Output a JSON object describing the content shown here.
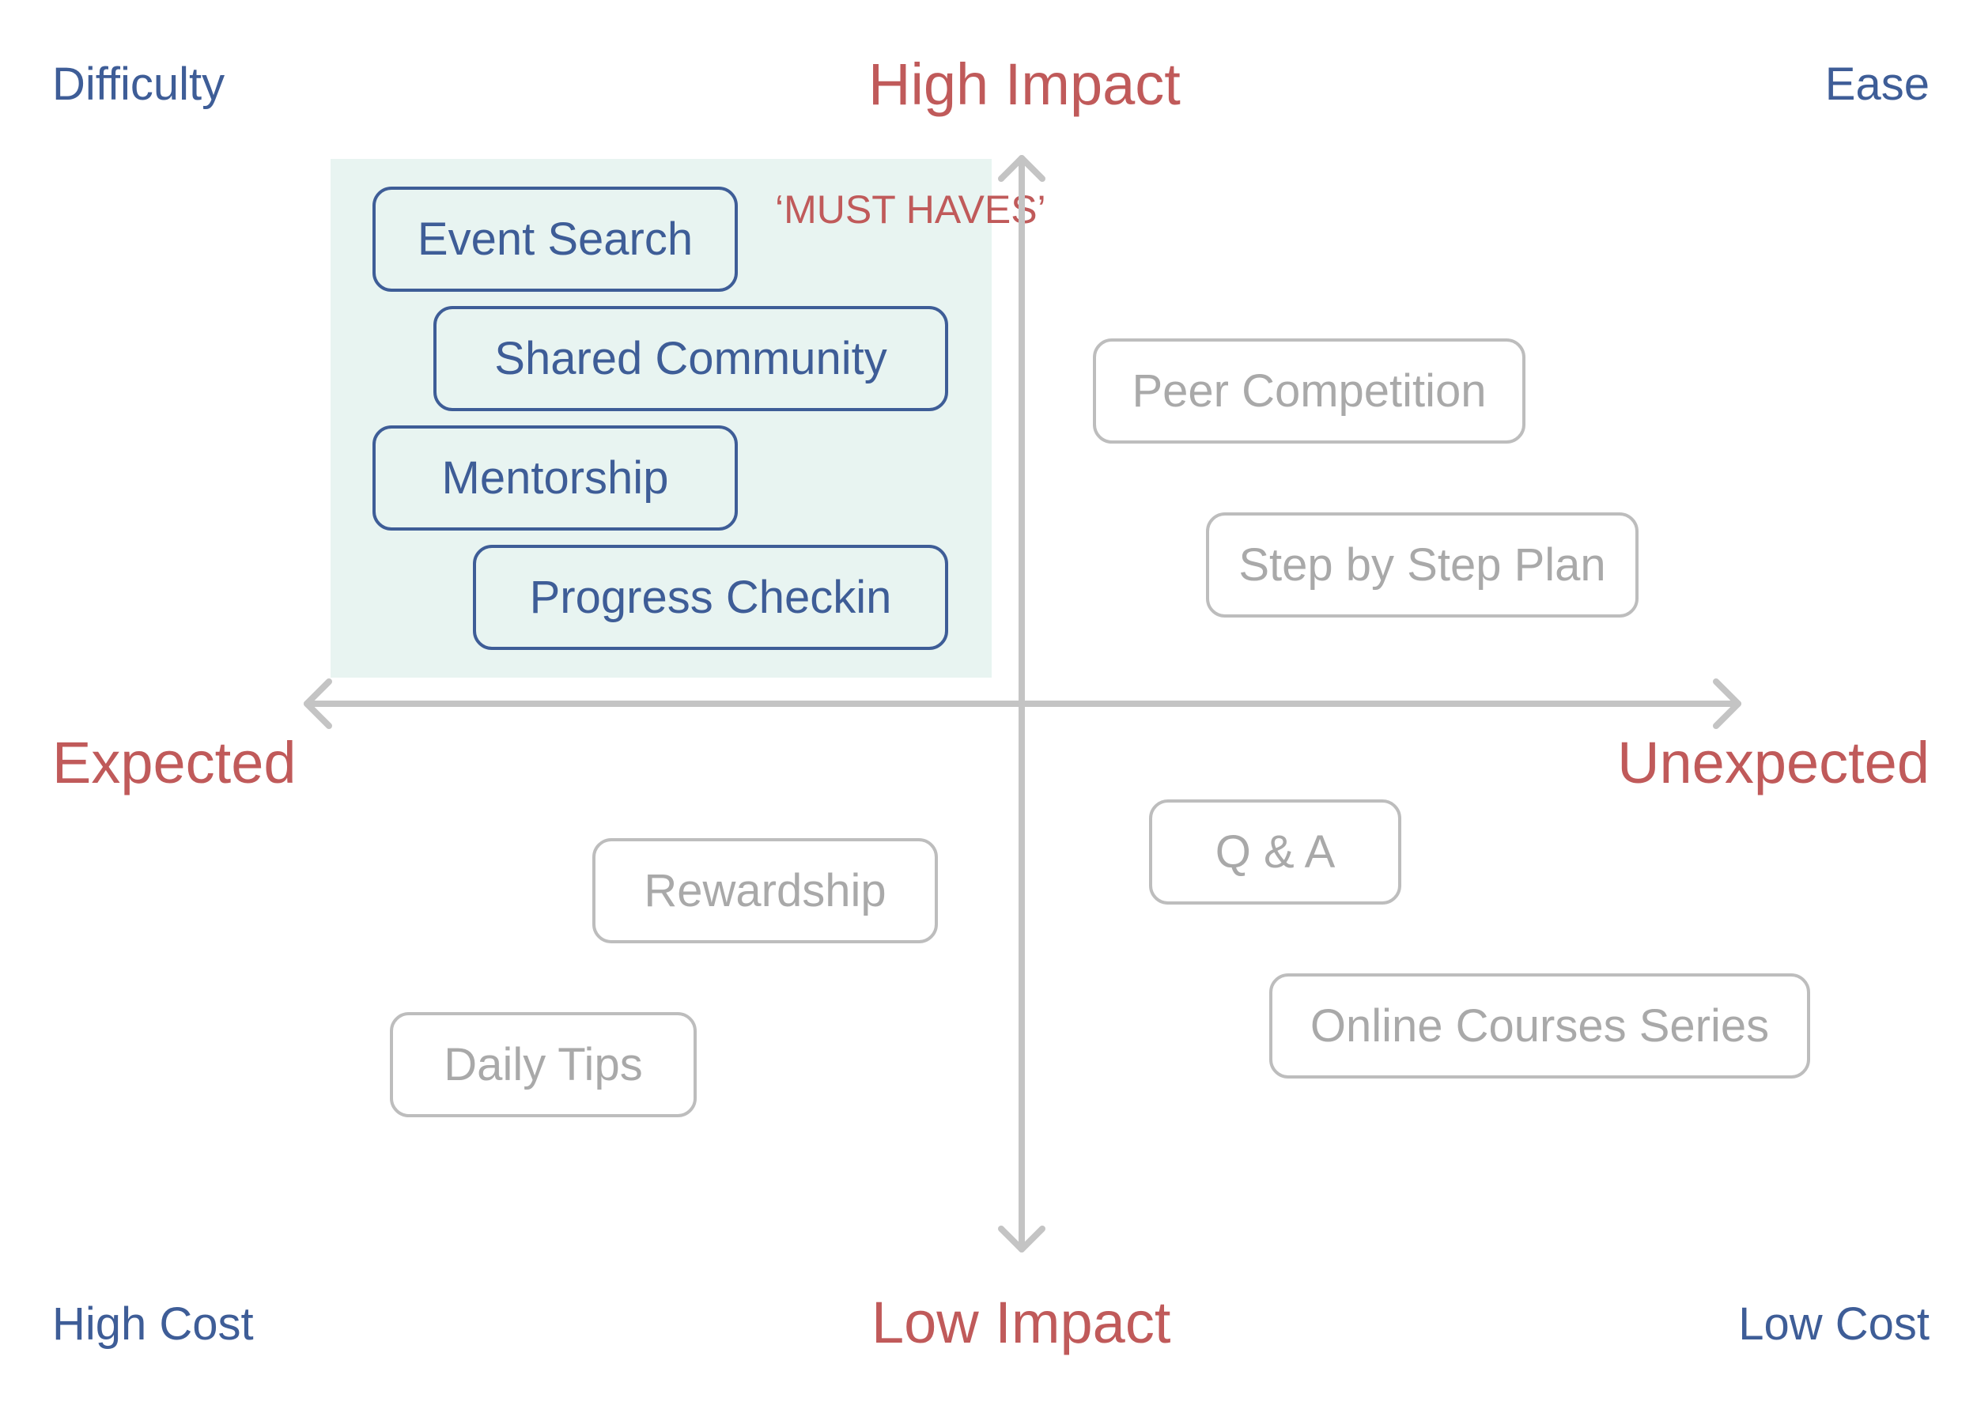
{
  "corners": {
    "top_left": "Difficulty",
    "top_right": "Ease",
    "bottom_left": "High Cost",
    "bottom_right": "Low Cost"
  },
  "axes": {
    "top": "High Impact",
    "bottom": "Low Impact",
    "left": "Expected",
    "right": "Unexpected"
  },
  "highlight": {
    "label": "‘MUST HAVES’"
  },
  "features": {
    "event_search": "Event Search",
    "shared_community": "Shared Community",
    "mentorship": "Mentorship",
    "progress_checkin": "Progress Checkin",
    "peer_competition": "Peer Competition",
    "step_by_step_plan": "Step by Step Plan",
    "q_and_a": "Q & A",
    "online_courses_series": "Online Courses Series",
    "rewardship": "Rewardship",
    "daily_tips": "Daily Tips"
  },
  "colors": {
    "corner_text": "#3e5d97",
    "axis_text": "#c05a5a",
    "highlight_fill": "#e8f4f1",
    "axis_line": "#c4c4c4",
    "muted_text": "#a9a9a9"
  }
}
